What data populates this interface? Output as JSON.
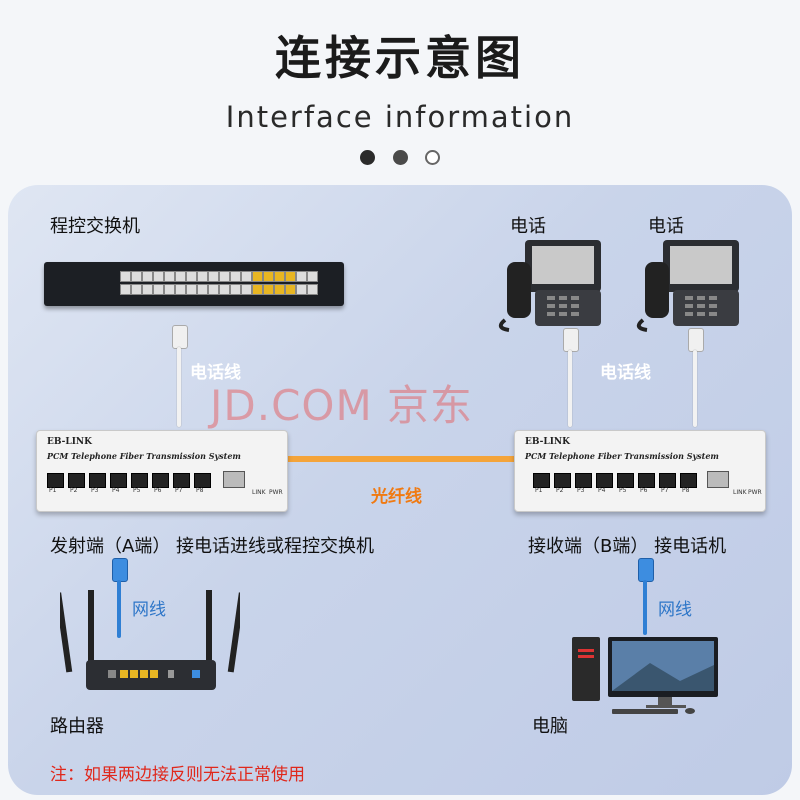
{
  "header": {
    "title": "连接示意图",
    "subtitle": "Interface information"
  },
  "labels": {
    "pbx": "程控交换机",
    "phone_left": "电话",
    "phone_right": "电话",
    "phone_line_left": "电话线",
    "phone_line_right": "电话线",
    "fiber": "光纤线",
    "transmitter": "发射端（A端） 接电话进线或程控交换机",
    "receiver": "接收端（B端） 接电话机",
    "net_left": "网线",
    "net_right": "网线",
    "router": "路由器",
    "computer": "电脑"
  },
  "device": {
    "brand": "EB-LINK",
    "model": "PCM Telephone Fiber Transmission System",
    "ports": [
      "P1",
      "P2",
      "P3",
      "P4",
      "P5",
      "P6",
      "P7",
      "P8"
    ],
    "led_link": "LINK",
    "led_pwr": "PWR"
  },
  "watermark": "JD.COM 京东",
  "note": "注：如果两边接反则无法正常使用",
  "colors": {
    "accent_orange": "#f07a12",
    "accent_blue": "#2e76c8",
    "warning_red": "#e0281c"
  }
}
